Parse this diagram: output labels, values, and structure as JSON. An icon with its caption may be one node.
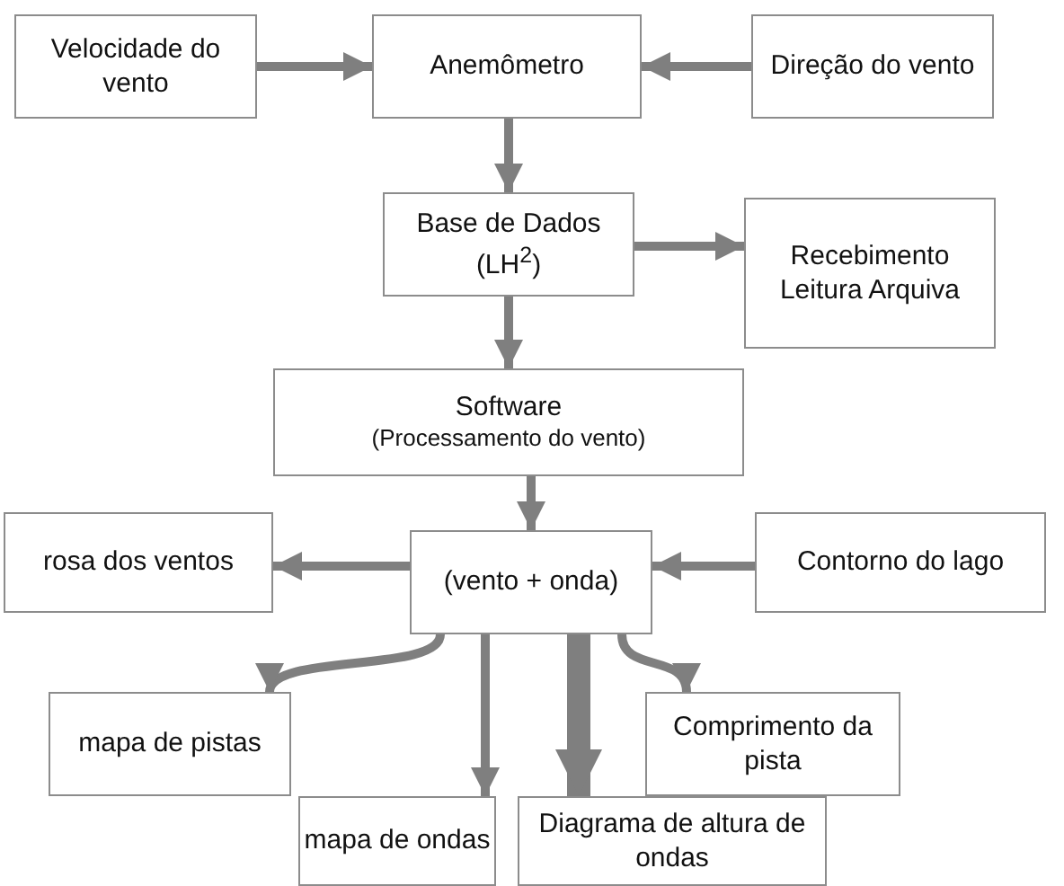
{
  "diagram": {
    "nodes": [
      {
        "text": [
          "Velocidade do vento"
        ]
      },
      {
        "text": [
          "Anemômetro"
        ]
      },
      {
        "text": [
          "Direção do vento"
        ]
      },
      {
        "text": [
          "Base de Dados (LH$^{2}$)"
        ]
      },
      {
        "text": [
          "Recebimento Leitura Arquiva"
        ]
      },
      {
        "text": [
          "Software",
          "(Processamento do vento)"
        ]
      },
      {
        "text": [
          "rosa dos ventos"
        ]
      },
      {
        "text": [
          "(vento + onda)"
        ]
      },
      {
        "text": [
          "Contorno do lago"
        ]
      },
      {
        "text": [
          "mapa de pistas"
        ]
      },
      {
        "text": [
          "Comprimento da pista"
        ]
      },
      {
        "text": [
          "mapa de ondas"
        ]
      },
      {
        "text": [
          "Diagrama de altura de ondas"
        ]
      }
    ],
    "edges": [
      {
        "from": 0,
        "to": 1,
        "arrow": "to"
      },
      {
        "from": 2,
        "to": 1,
        "arrow": "to"
      },
      {
        "from": 1,
        "to": 3,
        "arrow": "to"
      },
      {
        "from": 3,
        "to": 4,
        "arrow": "to"
      },
      {
        "from": 3,
        "to": 5,
        "arrow": "to"
      },
      {
        "from": 5,
        "to": 7,
        "arrow": "to"
      },
      {
        "from": 7,
        "to": 6,
        "arrow": "to"
      },
      {
        "from": 8,
        "to": 7,
        "arrow": "to"
      },
      {
        "from": 7,
        "to": 9,
        "arrow": "to"
      },
      {
        "from": 7,
        "to": 10,
        "arrow": "to"
      },
      {
        "from": 7,
        "to": 11,
        "arrow": "to"
      },
      {
        "from": 7,
        "to": 12,
        "arrow": "to",
        "style": "thick"
      }
    ]
  }
}
